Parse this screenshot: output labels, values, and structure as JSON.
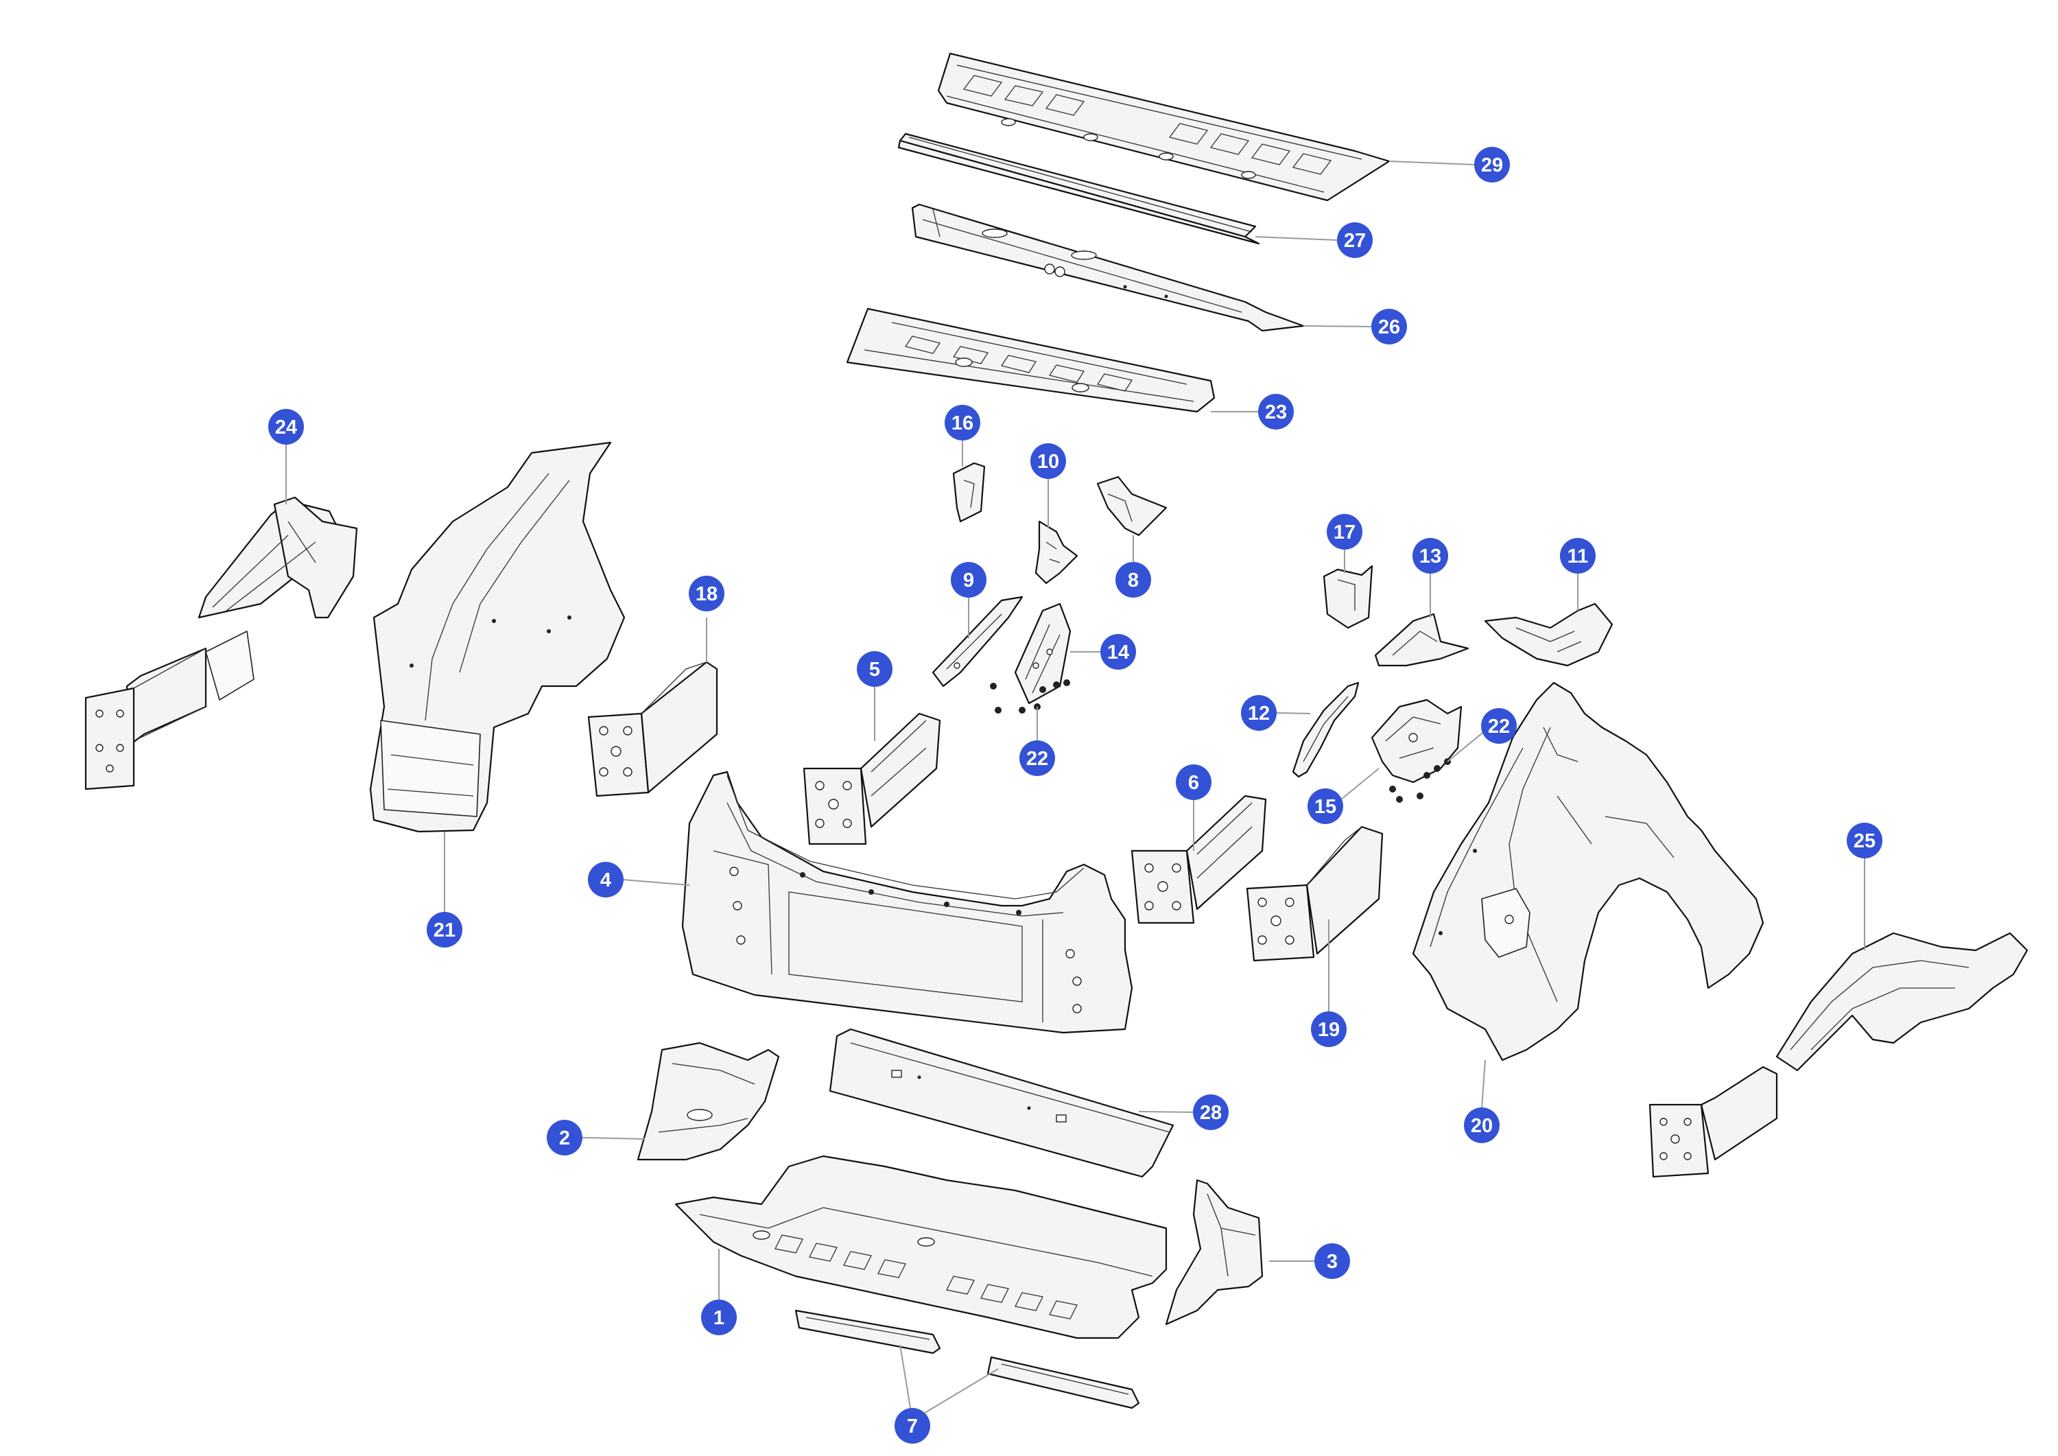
{
  "diagram": {
    "callout_color": "#3352D6",
    "leader_color": "#9A9A9A",
    "line_color": "#111111",
    "part_fill": "#F4F4F4",
    "callouts": [
      {
        "id": "c29",
        "label": "29"
      },
      {
        "id": "c27",
        "label": "27"
      },
      {
        "id": "c26",
        "label": "26"
      },
      {
        "id": "c23",
        "label": "23"
      },
      {
        "id": "c24",
        "label": "24"
      },
      {
        "id": "c16",
        "label": "16"
      },
      {
        "id": "c10",
        "label": "10"
      },
      {
        "id": "c8",
        "label": "8"
      },
      {
        "id": "c9",
        "label": "9"
      },
      {
        "id": "c14",
        "label": "14"
      },
      {
        "id": "c5",
        "label": "5"
      },
      {
        "id": "c22a",
        "label": "22"
      },
      {
        "id": "c18",
        "label": "18"
      },
      {
        "id": "c17",
        "label": "17"
      },
      {
        "id": "c13",
        "label": "13"
      },
      {
        "id": "c11",
        "label": "11"
      },
      {
        "id": "c12",
        "label": "12"
      },
      {
        "id": "c22b",
        "label": "22"
      },
      {
        "id": "c15",
        "label": "15"
      },
      {
        "id": "c6",
        "label": "6"
      },
      {
        "id": "c4",
        "label": "4"
      },
      {
        "id": "c21",
        "label": "21"
      },
      {
        "id": "c19",
        "label": "19"
      },
      {
        "id": "c25",
        "label": "25"
      },
      {
        "id": "c20",
        "label": "20"
      },
      {
        "id": "c28",
        "label": "28"
      },
      {
        "id": "c2",
        "label": "2"
      },
      {
        "id": "c3",
        "label": "3"
      },
      {
        "id": "c1",
        "label": "1"
      },
      {
        "id": "c7",
        "label": "7"
      }
    ]
  }
}
